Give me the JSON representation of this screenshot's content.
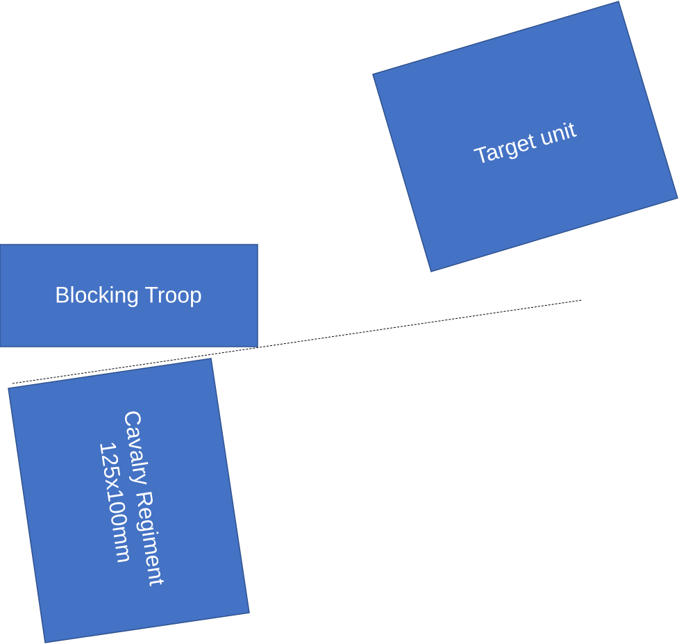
{
  "colors": {
    "unit_fill": "#4472c4",
    "unit_stroke": "#2f528f",
    "line": "#000000"
  },
  "units": {
    "target": {
      "label": "Target unit"
    },
    "blocking": {
      "label": "Blocking Troop"
    },
    "cavalry": {
      "label_line1": "Cavalry Regiment",
      "label_line2": "125x100mm"
    }
  }
}
